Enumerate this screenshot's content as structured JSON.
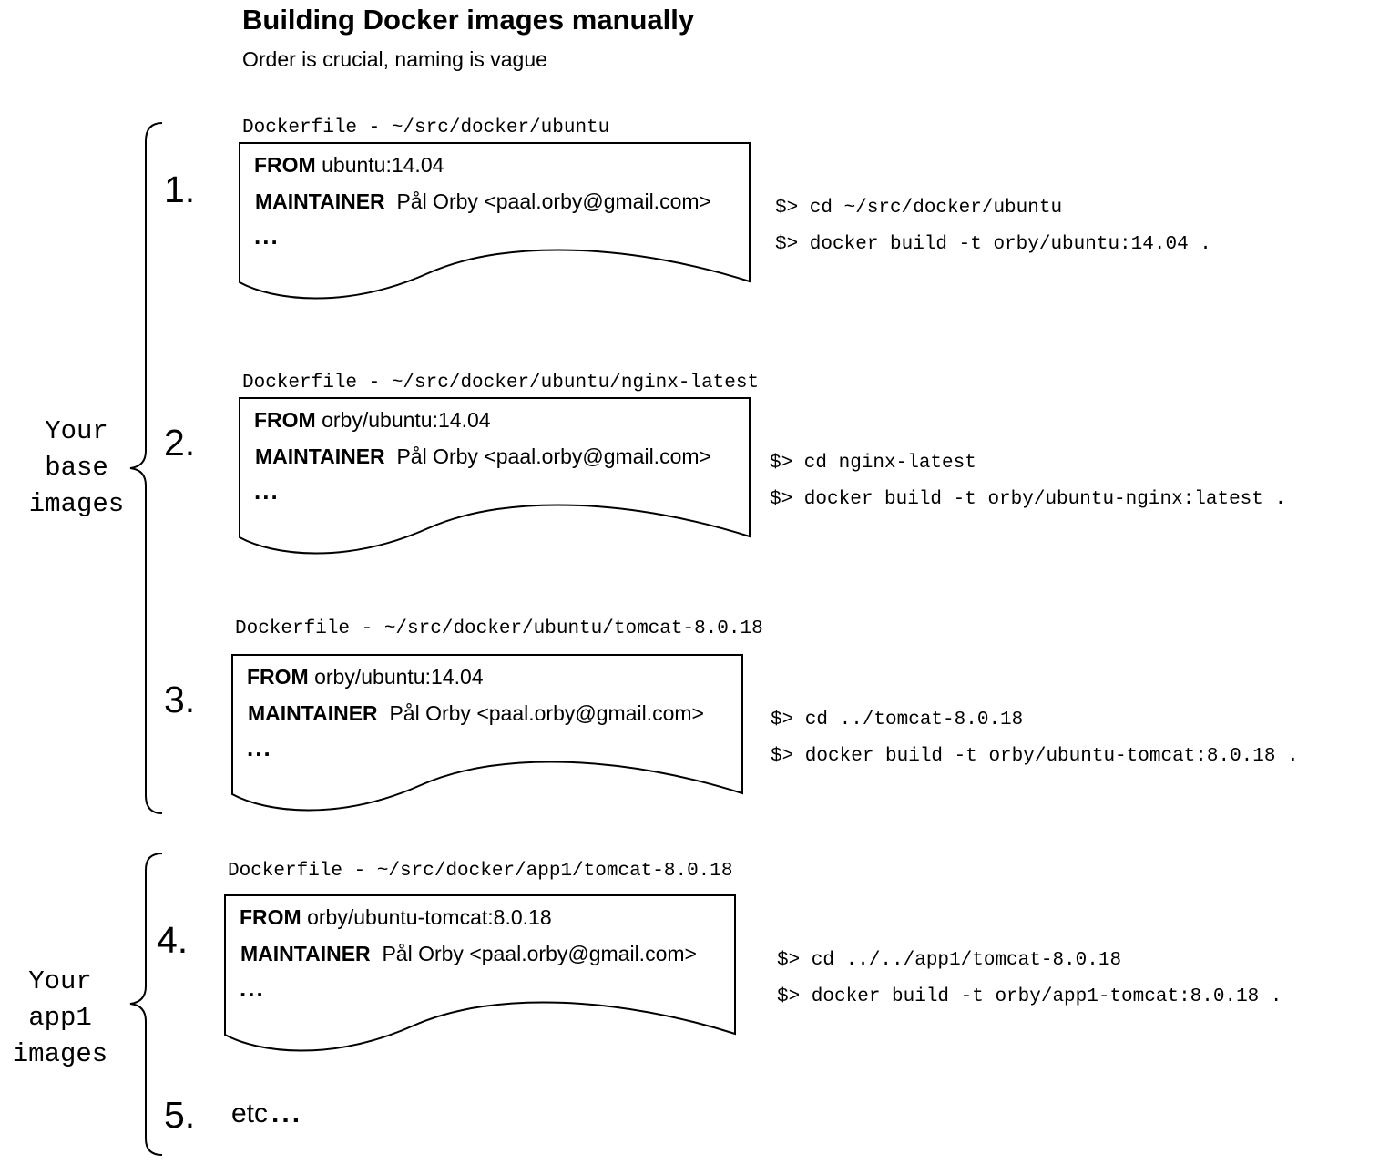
{
  "title": "Building Docker images manually",
  "subtitle": "Order is crucial, naming is vague",
  "groups": [
    {
      "label": "Your\nbase\nimages"
    },
    {
      "label": "Your\napp1\nimages"
    }
  ],
  "steps": [
    {
      "number": "1.",
      "dockerfile_header": "Dockerfile - ~/src/docker/ubuntu",
      "from_keyword": "FROM",
      "from_value": "ubuntu:14.04",
      "maintainer_keyword": "MAINTAINER",
      "maintainer_value": "Pål Orby <paal.orby@gmail.com>",
      "ellipsis": "...",
      "commands": [
        "$> cd ~/src/docker/ubuntu",
        "$> docker build -t orby/ubuntu:14.04 ."
      ]
    },
    {
      "number": "2.",
      "dockerfile_header": "Dockerfile - ~/src/docker/ubuntu/nginx-latest",
      "from_keyword": "FROM",
      "from_value": "orby/ubuntu:14.04",
      "maintainer_keyword": "MAINTAINER",
      "maintainer_value": "Pål Orby <paal.orby@gmail.com>",
      "ellipsis": "...",
      "commands": [
        "$> cd nginx-latest",
        "$> docker build -t orby/ubuntu-nginx:latest ."
      ]
    },
    {
      "number": "3.",
      "dockerfile_header": "Dockerfile - ~/src/docker/ubuntu/tomcat-8.0.18",
      "from_keyword": "FROM",
      "from_value": "orby/ubuntu:14.04",
      "maintainer_keyword": "MAINTAINER",
      "maintainer_value": "Pål Orby <paal.orby@gmail.com>",
      "ellipsis": "...",
      "commands": [
        "$> cd ../tomcat-8.0.18",
        "$> docker build -t orby/ubuntu-tomcat:8.0.18 ."
      ]
    },
    {
      "number": "4.",
      "dockerfile_header": "Dockerfile - ~/src/docker/app1/tomcat-8.0.18",
      "from_keyword": "FROM",
      "from_value": "orby/ubuntu-tomcat:8.0.18",
      "maintainer_keyword": "MAINTAINER",
      "maintainer_value": "Pål Orby <paal.orby@gmail.com>",
      "ellipsis": "...",
      "commands": [
        "$> cd ../../app1/tomcat-8.0.18",
        "$> docker build -t orby/app1-tomcat:8.0.18 ."
      ]
    }
  ],
  "final_step": {
    "number": "5.",
    "text": "etc",
    "ellipsis": "..."
  }
}
